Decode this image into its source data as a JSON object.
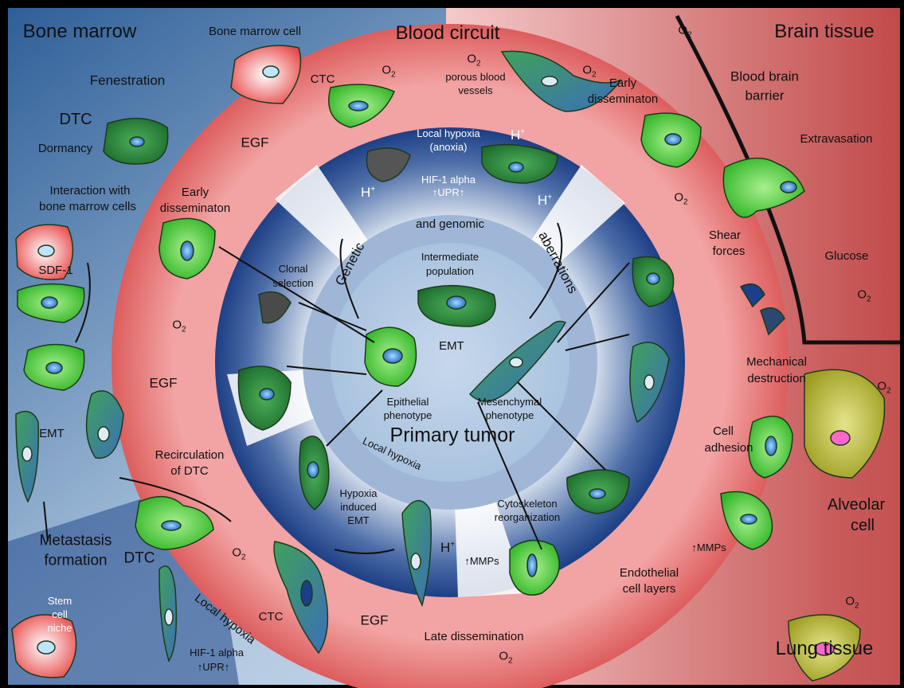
{
  "regions": {
    "bone_marrow": "Bone marrow",
    "blood_circuit": "Blood circuit",
    "brain_tissue": "Brain tissue",
    "lung_tissue": "Lung tissue",
    "primary_tumor": "Primary tumor"
  },
  "symbols": {
    "o2_main": "O",
    "o2_sub": "2",
    "h_main": "H",
    "h_sup": "+"
  },
  "labels": {
    "bone_marrow_cell": "Bone marrow cell",
    "fenestration": "Fenestration",
    "dtc_top": "DTC",
    "dormancy": "Dormancy",
    "interaction_line1": "Interaction with",
    "interaction_line2": "bone marrow cells",
    "sdf1": "SDF-1",
    "emt_left": "EMT",
    "metastasis_line1": "Metastasis",
    "metastasis_line2": "formation",
    "stem_line1": "Stem",
    "stem_line2": "cell",
    "stem_line3": "niche",
    "ctc_top": "CTC",
    "porous_line1": "porous blood",
    "porous_line2": "vessels",
    "egf_top": "EGF",
    "egf_left": "EGF",
    "egf_bottom": "EGF",
    "early_dissem_left_1": "Early",
    "early_dissem_left_2": "disseminaton",
    "early_dissem_right_1": "Early",
    "early_dissem_right_2": "disseminaton",
    "local_hypoxia_anoxia_1": "Local hypoxia",
    "local_hypoxia_anoxia_2": "(anoxia)",
    "hif_top": "HIF-1 alpha",
    "upr_top": "↑UPR↑",
    "genetic": "Genetic",
    "and_genomic": "and genomic",
    "aberrations": "aberrations",
    "intermediate_1": "Intermediate",
    "intermediate_2": "population",
    "clonal_1": "Clonal",
    "clonal_2": "selection",
    "emt_center": "EMT",
    "epithelial_1": "Epithelial",
    "epithelial_2": "phenotype",
    "mesenchymal_1": "Mesenchymal",
    "mesenchymal_2": "phenotype",
    "local_hypoxia_inner": "Local hypoxia",
    "hypoxia_emt_1": "Hypoxia",
    "hypoxia_emt_2": "induced",
    "hypoxia_emt_3": "EMT",
    "recirculation_1": "Recirculation",
    "recirculation_2": "of DTC",
    "mmps_inner": "↑MMPs",
    "cytoskeleton_1": "Cytoskeleton",
    "cytoskeleton_2": "reorganization",
    "dtc_bottom": "DTC",
    "local_hypoxia_bottom": "Local hypoxia",
    "hif_bottom": "HIF-1 alpha",
    "upr_bottom": "↑UPR↑",
    "ctc_bottom": "CTC",
    "late_dissem": "Late dissemination",
    "bbb_1": "Blood brain",
    "bbb_2": "barrier",
    "extravasation": "Extravasation",
    "shear_1": "Shear",
    "shear_2": "forces",
    "glucose": "Glucose",
    "mech_1": "Mechanical",
    "mech_2": "destruction",
    "cell_adhesion_1": "Cell",
    "cell_adhesion_2": "adhesion",
    "mmps_right": "↑MMPs",
    "endothelial_1": "Endothelial",
    "endothelial_2": "cell layers",
    "alveolar_1": "Alveolar",
    "alveolar_2": "cell"
  }
}
